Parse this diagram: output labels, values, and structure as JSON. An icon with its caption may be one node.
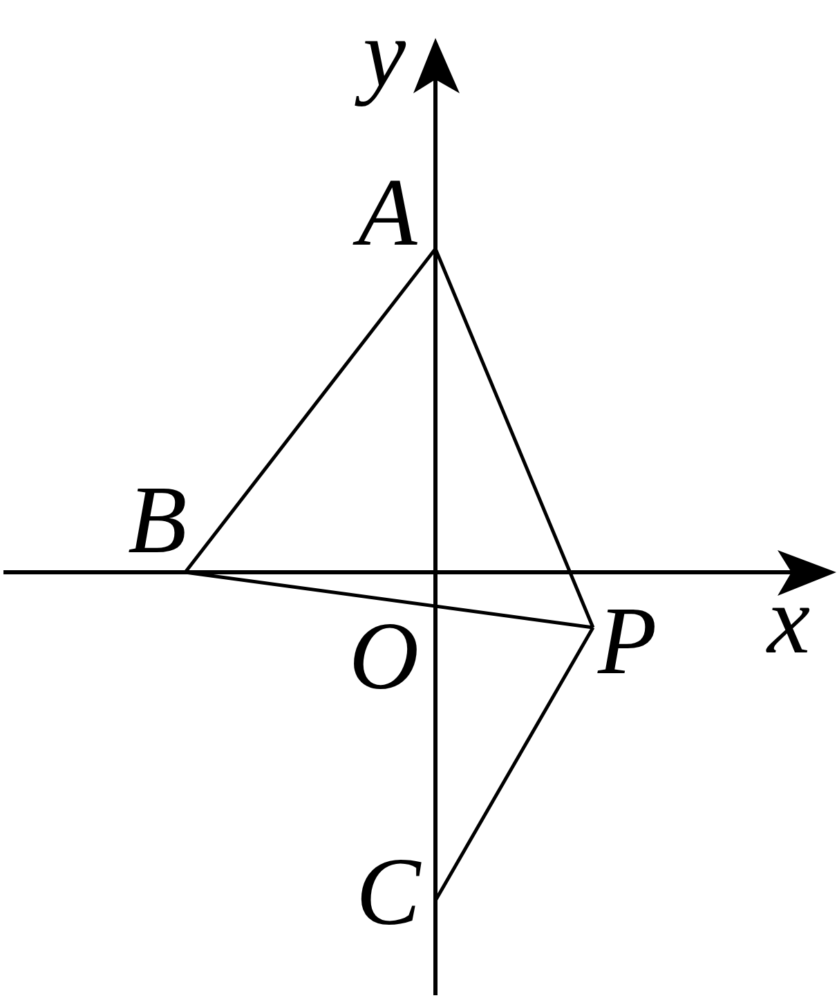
{
  "diagram": {
    "nodes": [
      {
        "text": [
          "A"
        ]
      },
      {
        "text": [
          "B"
        ]
      },
      {
        "text": [
          "P"
        ]
      },
      {
        "text": [
          "C"
        ]
      }
    ],
    "edges": [
      {
        "from": 0,
        "to": 1,
        "arrow": "none"
      },
      {
        "from": 0,
        "to": 2,
        "arrow": "none"
      },
      {
        "from": 1,
        "to": 2,
        "arrow": "none"
      },
      {
        "from": 2,
        "to": 3,
        "arrow": "none"
      }
    ],
    "labels": [
      "y",
      "x",
      "O"
    ]
  }
}
